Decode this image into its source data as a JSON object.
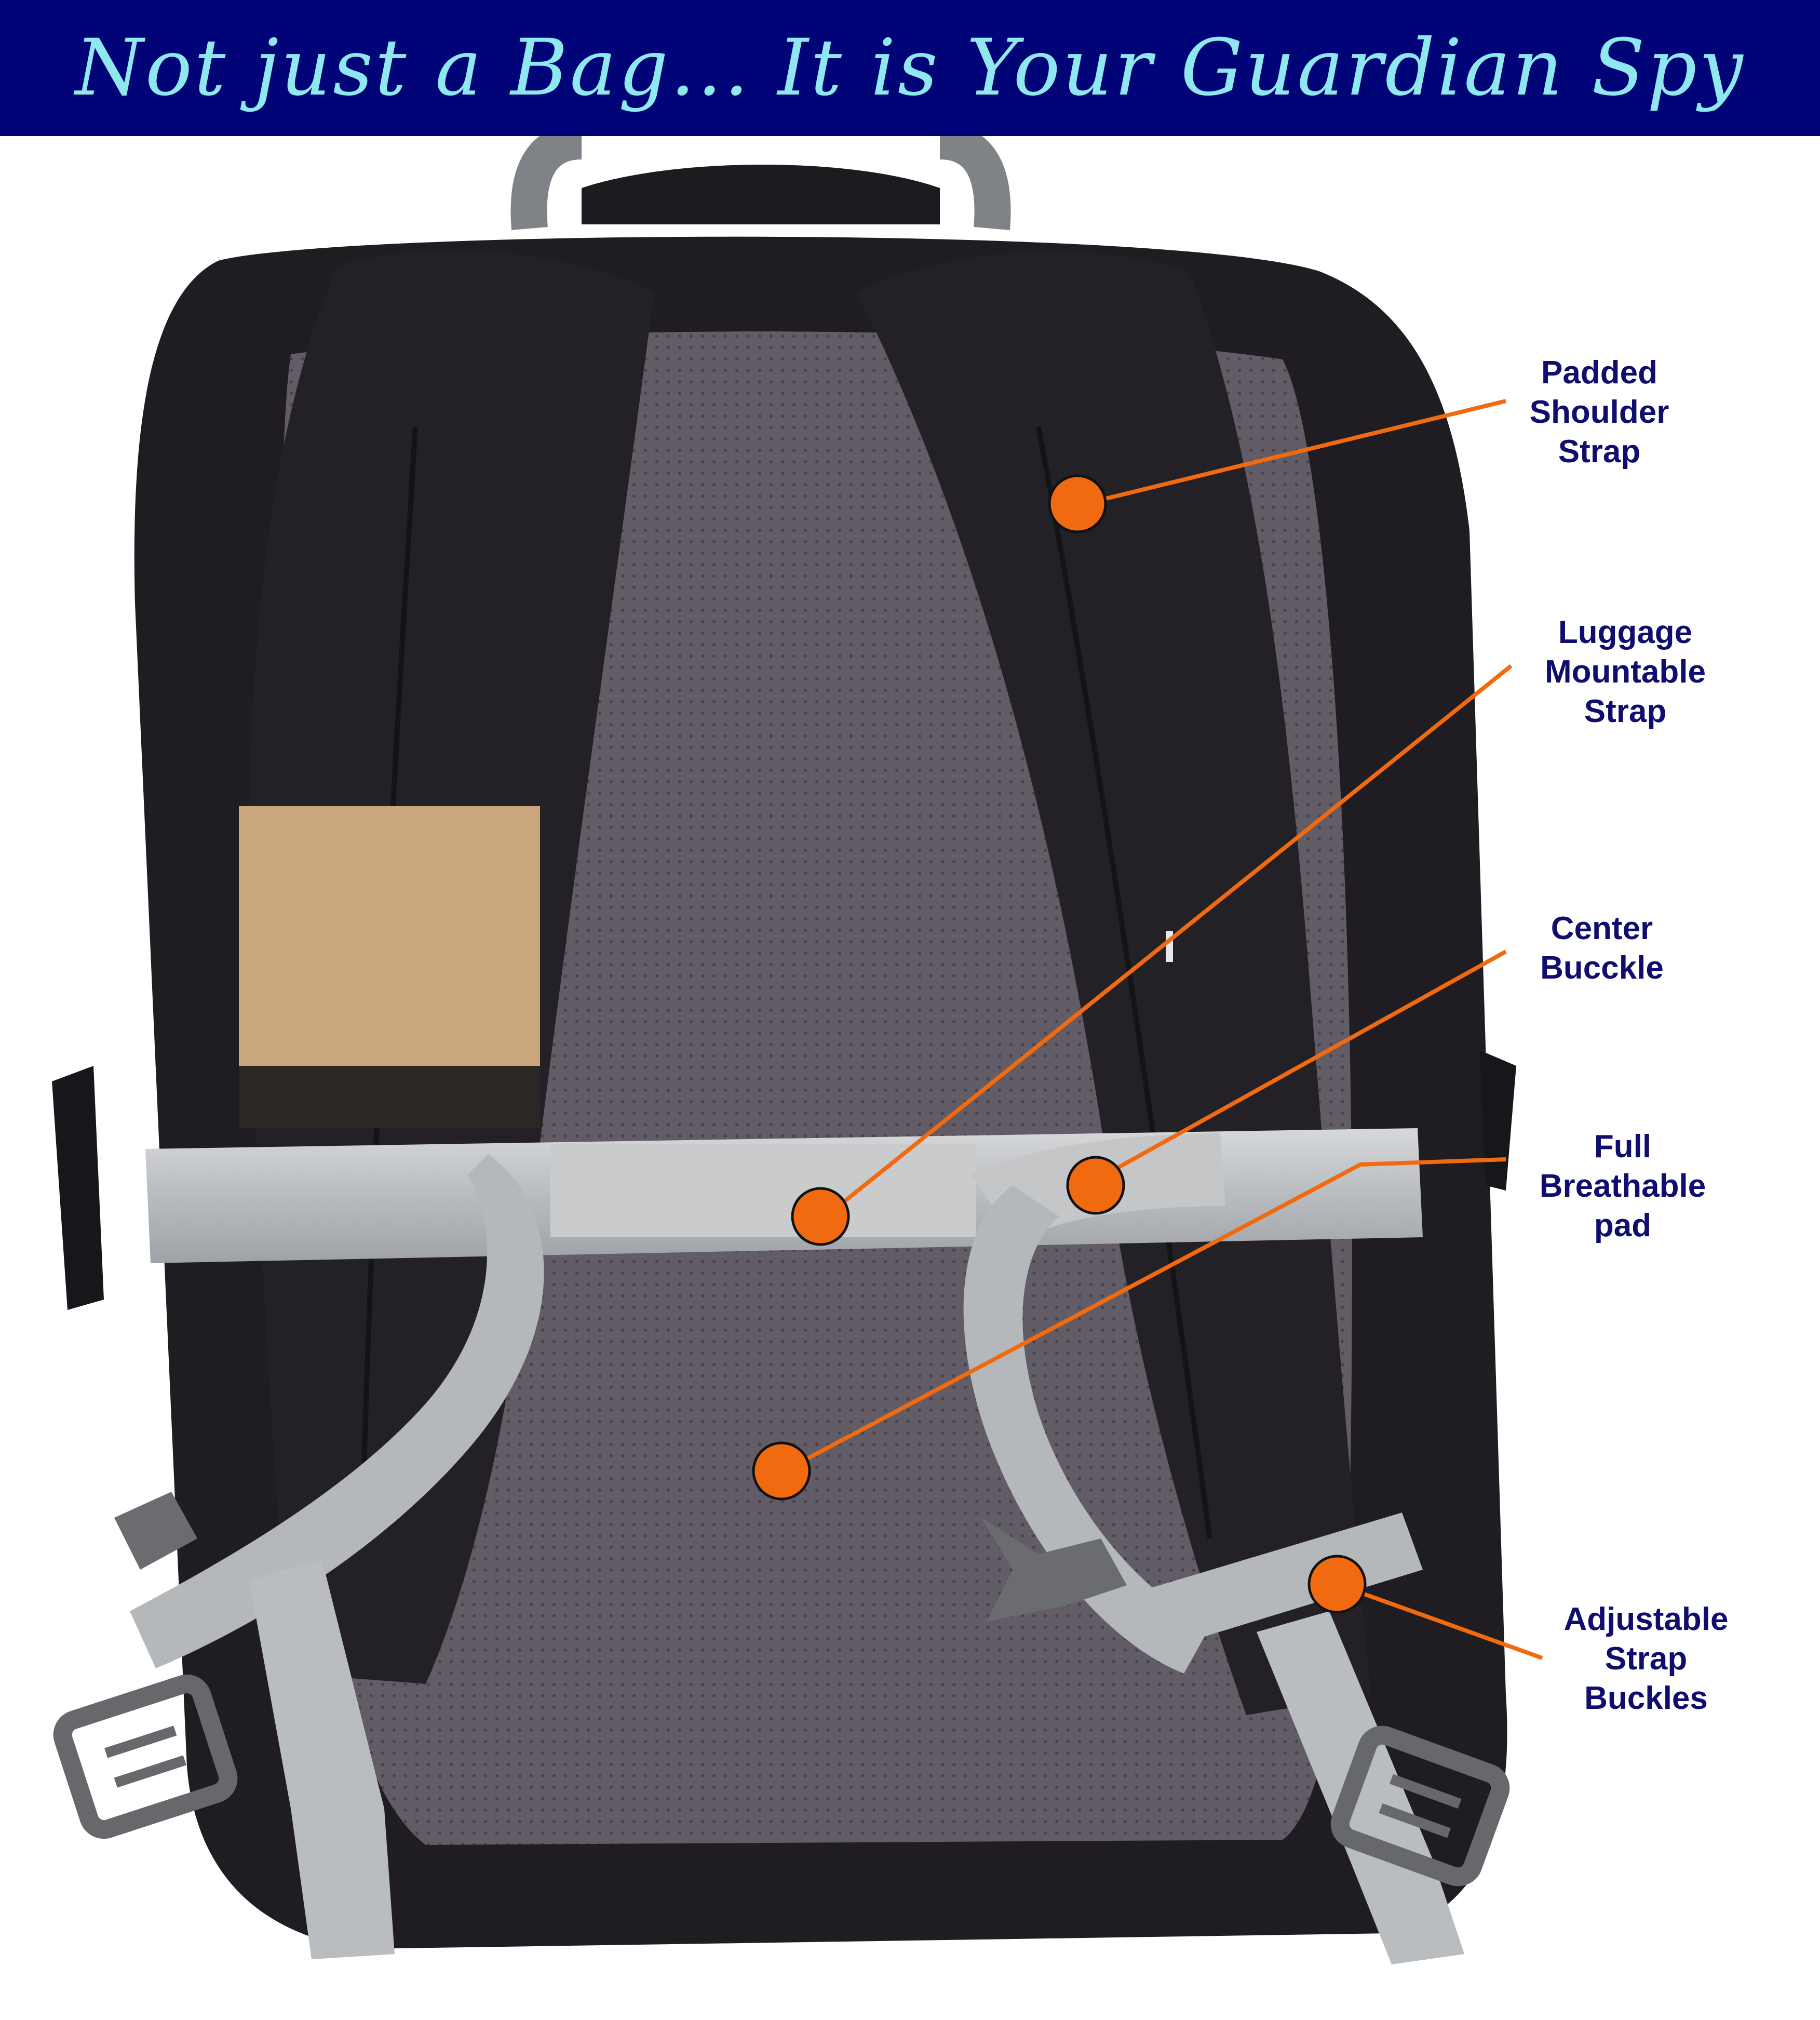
{
  "banner": {
    "title": "Not just a Bag... It is Your Guardian Spy"
  },
  "colors": {
    "banner_bg": "#000477",
    "banner_text": "#8fe8f0",
    "callout_text": "#0f0d6e",
    "marker": "#f26a0f",
    "leader_line": "#f26a0f"
  },
  "callouts": [
    {
      "lines": [
        "Padded",
        "Shoulder",
        "Strap"
      ]
    },
    {
      "lines": [
        "Luggage",
        "Mountable",
        "Strap"
      ]
    },
    {
      "lines": [
        "Center",
        "Bucckle"
      ]
    },
    {
      "lines": [
        "Full",
        "Breathable",
        "pad"
      ]
    },
    {
      "lines": [
        "Adjustable",
        "Strap",
        "Buckles"
      ]
    }
  ]
}
